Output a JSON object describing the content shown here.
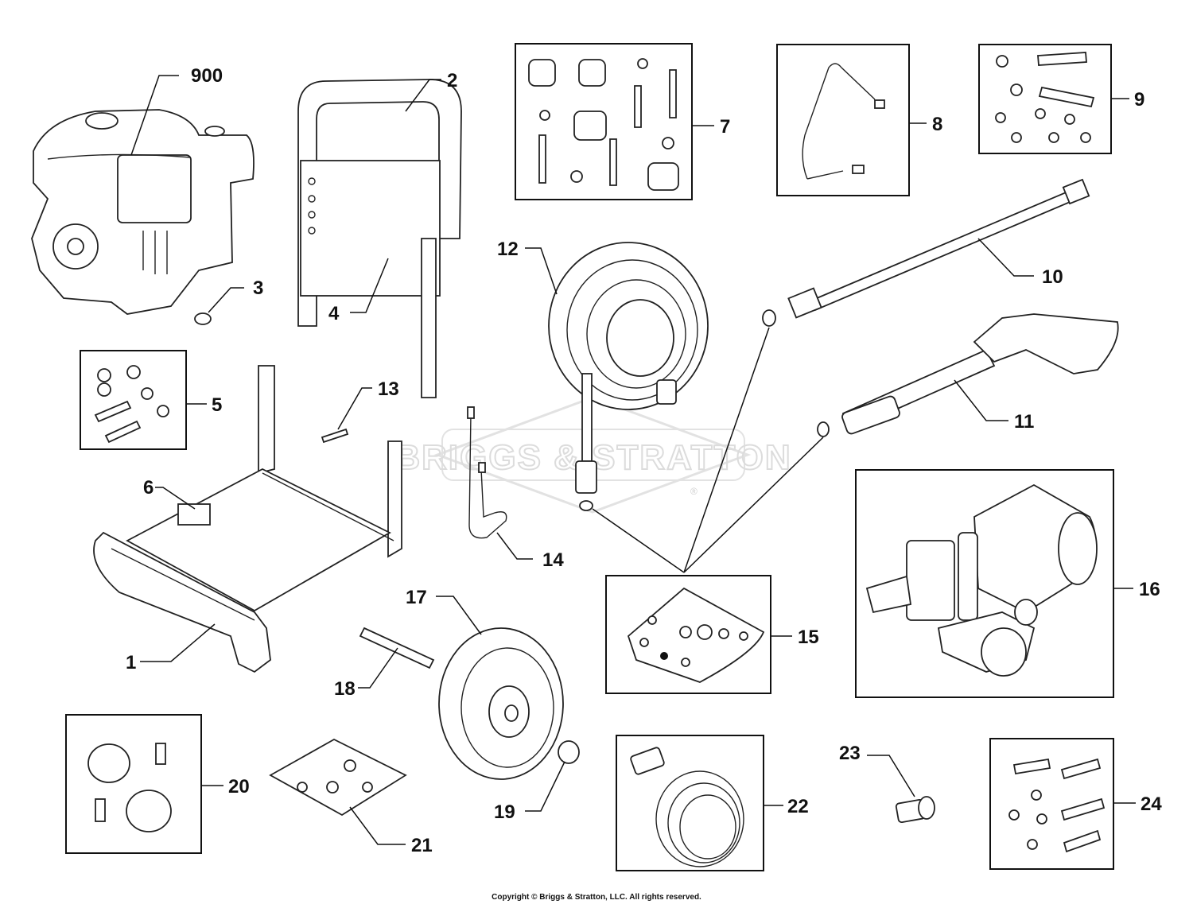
{
  "watermark": {
    "brand": "BRIGGS & STRATTON",
    "registered_mark": "®"
  },
  "callouts": {
    "c900": "900",
    "c1": "1",
    "c2": "2",
    "c3": "3",
    "c4": "4",
    "c5": "5",
    "c6": "6",
    "c7": "7",
    "c8": "8",
    "c9": "9",
    "c10": "10",
    "c11": "11",
    "c12": "12",
    "c13": "13",
    "c14": "14",
    "c15": "15",
    "c16": "16",
    "c17": "17",
    "c18": "18",
    "c19": "19",
    "c20": "20",
    "c21": "21",
    "c22": "22",
    "c23": "23",
    "c24": "24"
  },
  "footer": {
    "copyright": "Copyright © Briggs & Stratton, LLC. All rights reserved."
  }
}
